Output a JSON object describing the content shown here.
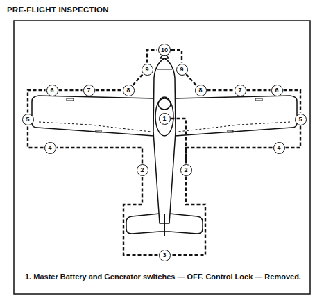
{
  "diagram": {
    "title": "PRE-FLIGHT INSPECTION",
    "caption": "1. Master Battery and Generator switches — OFF. Control Lock — Removed.",
    "nodes": [
      {
        "text": [
          "10"
        ]
      },
      {
        "text": [
          "9"
        ]
      },
      {
        "text": [
          "9"
        ]
      },
      {
        "text": [
          "6"
        ]
      },
      {
        "text": [
          "7"
        ]
      },
      {
        "text": [
          "8"
        ]
      },
      {
        "text": [
          "8"
        ]
      },
      {
        "text": [
          "7"
        ]
      },
      {
        "text": [
          "6"
        ]
      },
      {
        "text": [
          "5"
        ]
      },
      {
        "text": [
          "5"
        ]
      },
      {
        "text": [
          "1"
        ]
      },
      {
        "text": [
          "4"
        ]
      },
      {
        "text": [
          "4"
        ]
      },
      {
        "text": [
          "2"
        ]
      },
      {
        "text": [
          "2"
        ]
      },
      {
        "text": [
          "3"
        ]
      }
    ],
    "edges": [
      {
        "from": 11,
        "to": 15,
        "arrow": "none"
      },
      {
        "from": 15,
        "to": 16,
        "arrow": "none"
      },
      {
        "from": 16,
        "to": 14,
        "arrow": "none"
      },
      {
        "from": 14,
        "to": 12,
        "arrow": "none"
      },
      {
        "from": 12,
        "to": 9,
        "arrow": "none"
      },
      {
        "from": 9,
        "to": 3,
        "arrow": "none"
      },
      {
        "from": 3,
        "to": 4,
        "arrow": "none"
      },
      {
        "from": 4,
        "to": 5,
        "arrow": "none"
      },
      {
        "from": 5,
        "to": 1,
        "arrow": "none"
      },
      {
        "from": 1,
        "to": 0,
        "arrow": "none"
      },
      {
        "from": 0,
        "to": 2,
        "arrow": "none"
      },
      {
        "from": 2,
        "to": 6,
        "arrow": "none"
      },
      {
        "from": 6,
        "to": 7,
        "arrow": "none"
      },
      {
        "from": 7,
        "to": 8,
        "arrow": "none"
      },
      {
        "from": 8,
        "to": 10,
        "arrow": "none"
      },
      {
        "from": 10,
        "to": 13,
        "arrow": "none"
      },
      {
        "from": 13,
        "to": 15,
        "arrow": "none"
      }
    ]
  }
}
